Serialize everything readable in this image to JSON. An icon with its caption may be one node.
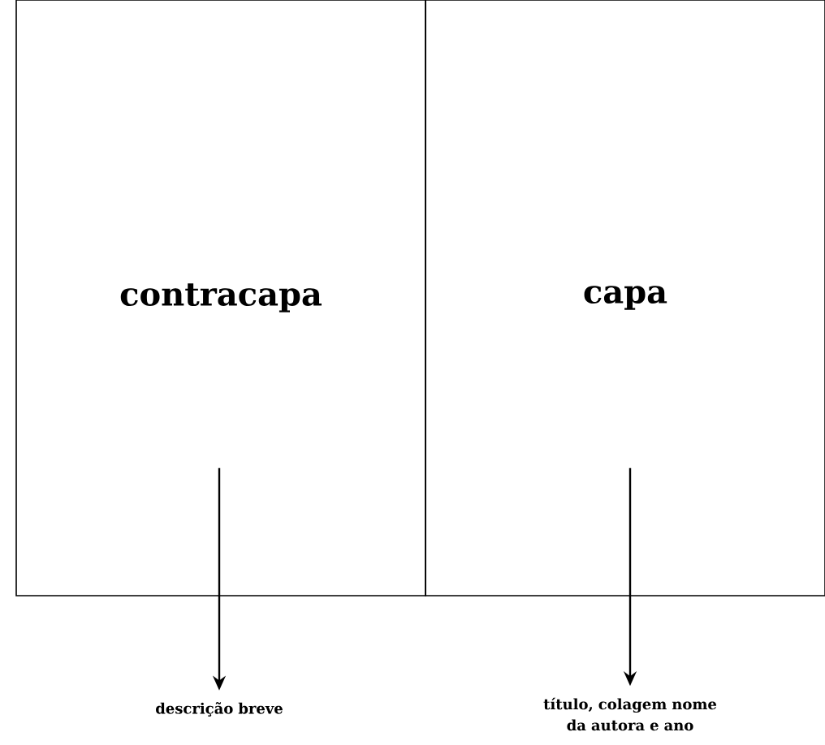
{
  "diagram": {
    "nodes": [
      {
        "text": [
          "contracapa"
        ]
      },
      {
        "text": [
          "capa"
        ]
      },
      {
        "text": [
          "descrição breve"
        ]
      },
      {
        "text": [
          "título, colagem nome da autora e ano"
        ]
      }
    ],
    "edges": [
      {
        "from": 0,
        "to": 2,
        "arrow": "to"
      },
      {
        "from": 1,
        "to": 3,
        "arrow": "to"
      }
    ]
  }
}
